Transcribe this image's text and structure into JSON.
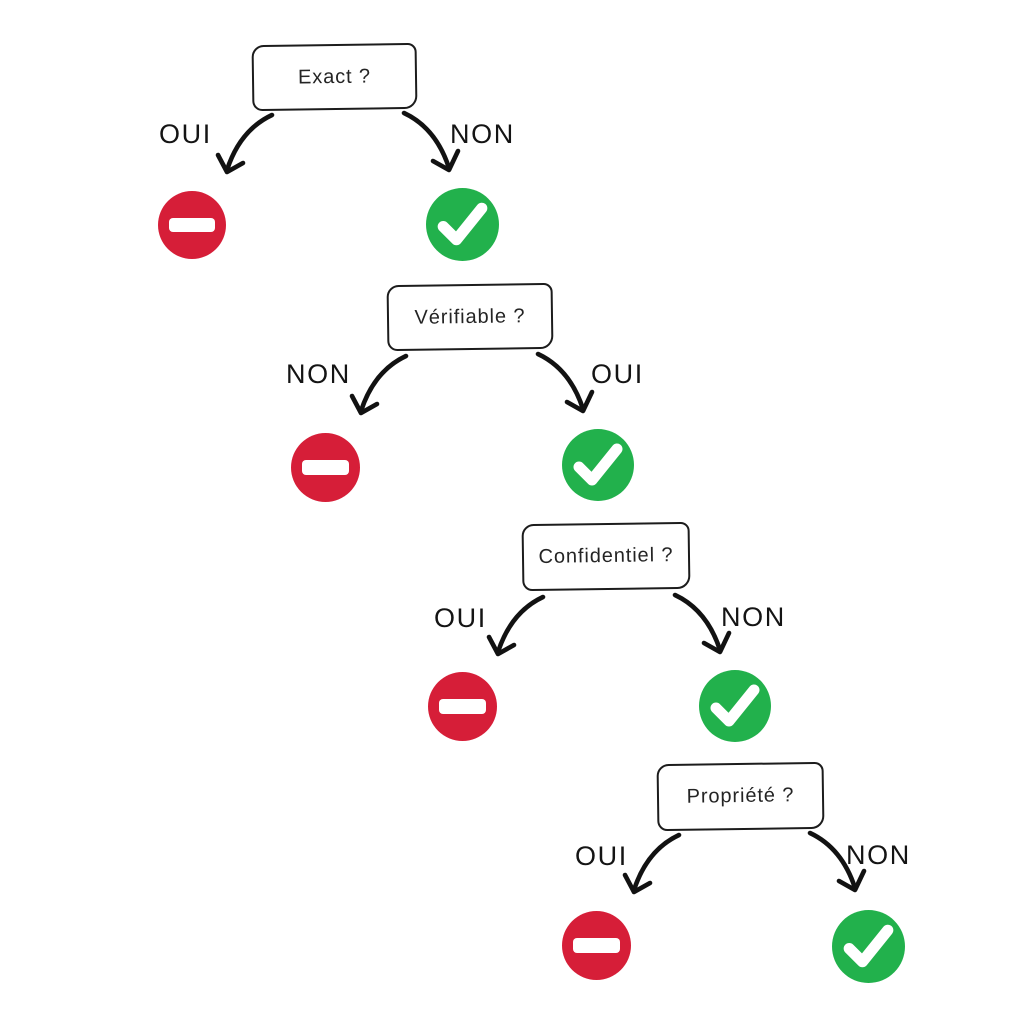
{
  "diagram": {
    "type": "decision-tree",
    "language": "fr",
    "colors": {
      "stop_red": "#d61e38",
      "check_green": "#22b14c",
      "ink": "#1c1c1c",
      "background": "#ffffff"
    },
    "nodes": [
      {
        "question": "Exact ?",
        "left": {
          "label": "OUI",
          "result": "no-entry-icon"
        },
        "right": {
          "label": "NON",
          "result": "checkmark-icon"
        }
      },
      {
        "question": "Vérifiable ?",
        "left": {
          "label": "NON",
          "result": "no-entry-icon"
        },
        "right": {
          "label": "OUI",
          "result": "checkmark-icon"
        }
      },
      {
        "question": "Confidentiel ?",
        "left": {
          "label": "OUI",
          "result": "no-entry-icon"
        },
        "right": {
          "label": "NON",
          "result": "checkmark-icon"
        }
      },
      {
        "question": "Propriété ?",
        "left": {
          "label": "OUI",
          "result": "no-entry-icon"
        },
        "right": {
          "label": "NON",
          "result": "checkmark-icon"
        }
      }
    ]
  }
}
